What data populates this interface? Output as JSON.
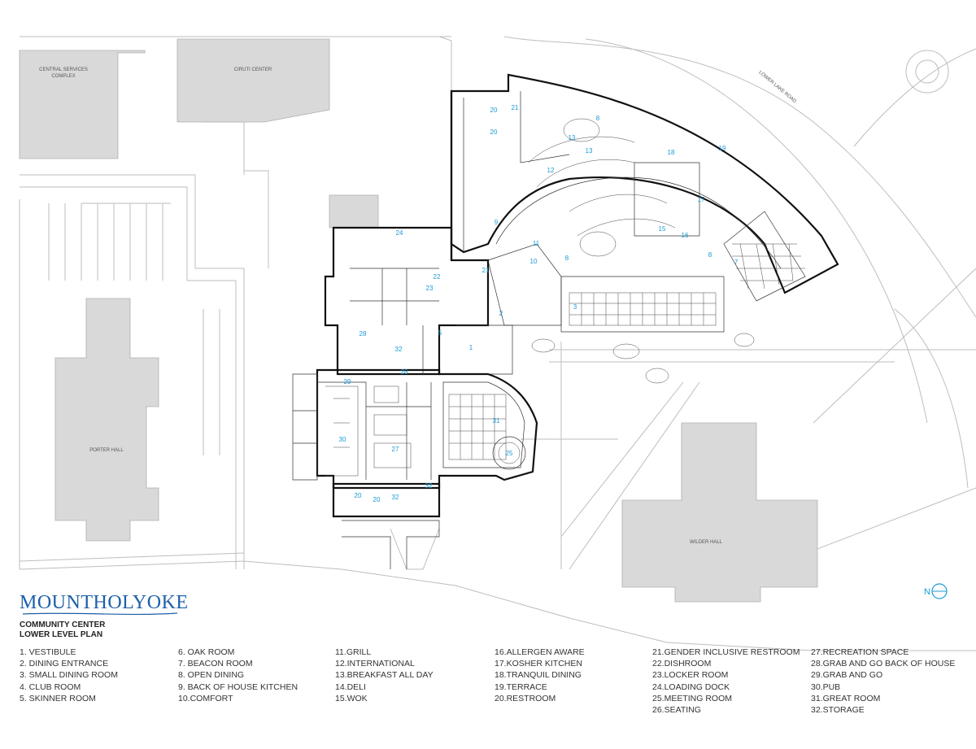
{
  "site": {
    "buildings": [
      {
        "id": "central",
        "label": "CENTRAL SERVICES\nCOMPLEX"
      },
      {
        "id": "ciruti",
        "label": "CIRUTI CENTER"
      },
      {
        "id": "porter",
        "label": "PORTER HALL"
      },
      {
        "id": "wilder",
        "label": "WILDER HALL"
      }
    ],
    "road_label": "LOWER LAKE ROAD",
    "north_label": "N"
  },
  "brand": {
    "name": "MOUNTHOLYOKE"
  },
  "title": {
    "line1": "COMMUNITY CENTER",
    "line2": "LOWER LEVEL PLAN"
  },
  "legend": {
    "columns": [
      [
        "1.  VESTIBULE",
        "2.  DINING ENTRANCE",
        "3.  SMALL DINING ROOM",
        "4.  CLUB ROOM",
        "5.  SKINNER ROOM"
      ],
      [
        "6.  OAK ROOM",
        "7.  BEACON ROOM",
        "8.  OPEN DINING",
        "9.  BACK OF HOUSE KITCHEN",
        "10.COMFORT"
      ],
      [
        "11.GRILL",
        "12.INTERNATIONAL",
        "13.BREAKFAST ALL DAY",
        "14.DELI",
        "15.WOK"
      ],
      [
        "16.ALLERGEN AWARE",
        "17.KOSHER KITCHEN",
        "18.TRANQUIL DINING",
        "19.TERRACE",
        "20.RESTROOM"
      ],
      [
        "21.GENDER INCLUSIVE RESTROOM",
        "22.DISHROOM",
        "23.LOCKER ROOM",
        "24.LOADING DOCK",
        "25.MEETING ROOM",
        "26.SEATING"
      ],
      [
        "27.RECREATION SPACE",
        "28.GRAB AND GO BACK OF HOUSE",
        "29.GRAB AND GO",
        "30.PUB",
        "31.GREAT ROOM",
        "32.STORAGE"
      ]
    ]
  },
  "room_numbers": [
    "20",
    "21",
    "20",
    "8",
    "13",
    "13",
    "12",
    "19",
    "18",
    "17",
    "16",
    "15",
    "9",
    "11",
    "10",
    "8",
    "8",
    "7",
    "21",
    "22",
    "23",
    "24",
    "2",
    "1",
    "3",
    "28",
    "32",
    "5",
    "29",
    "26",
    "30",
    "27",
    "31",
    "25",
    "20",
    "20",
    "32",
    "32"
  ]
}
